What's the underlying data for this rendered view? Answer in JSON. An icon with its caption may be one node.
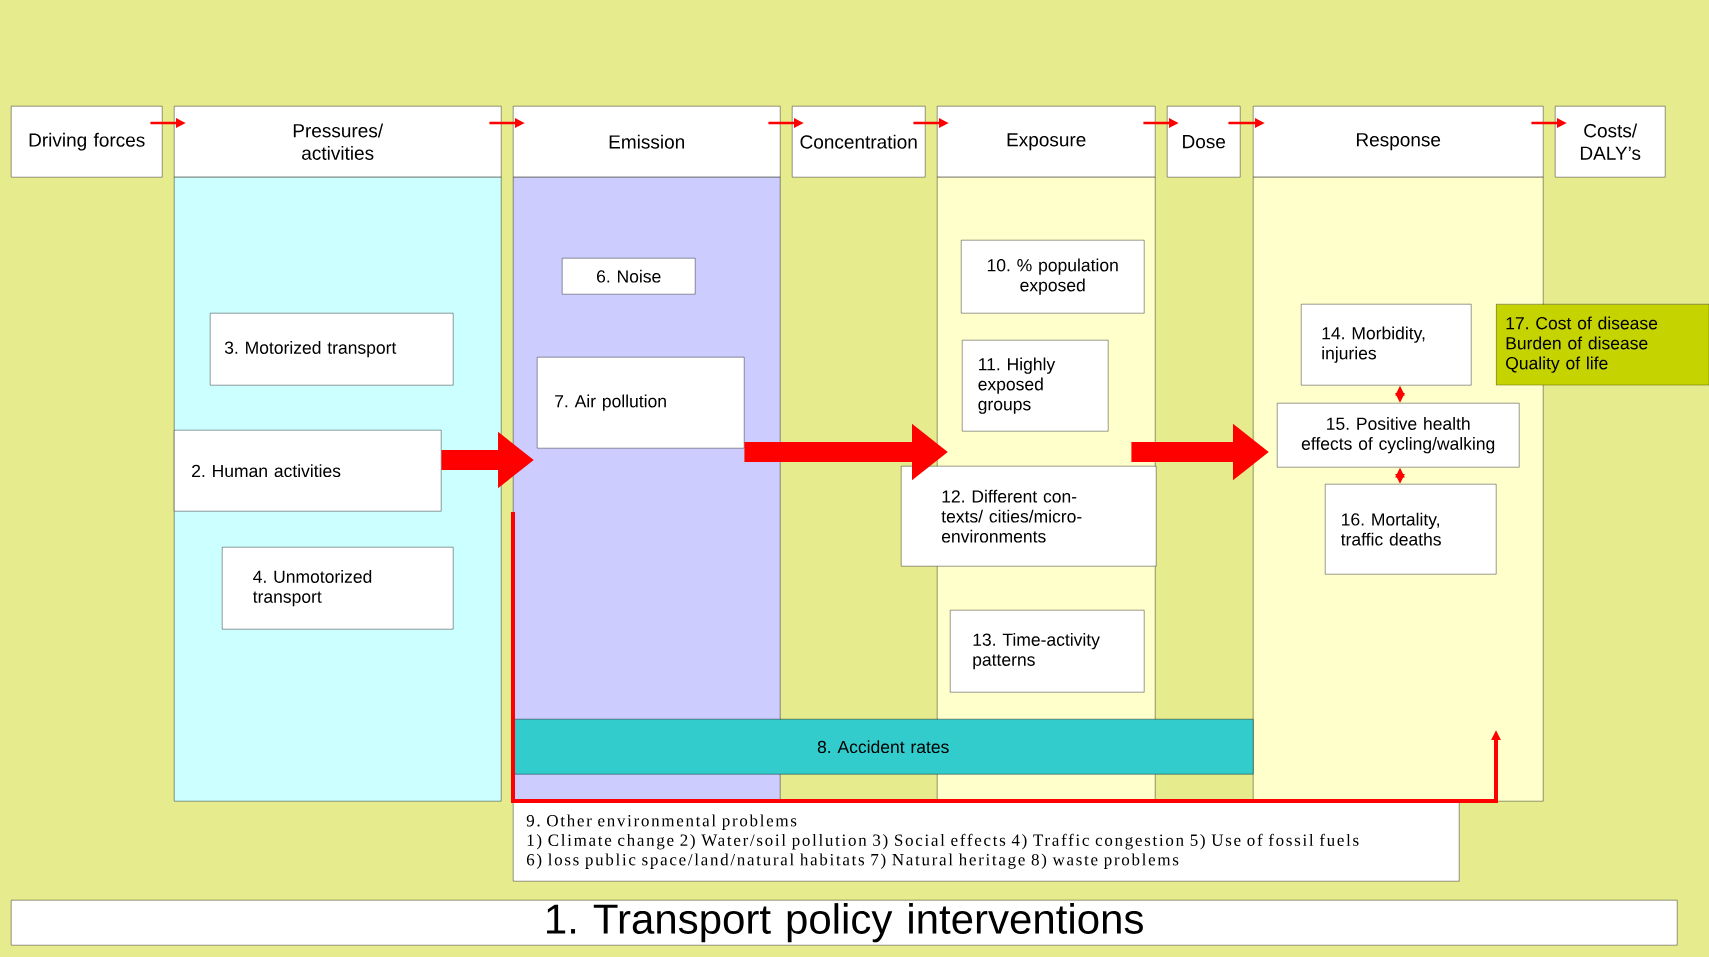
{
  "diagram": {
    "nodes": [
      {
        "text": [
          "Driving forces"
        ]
      },
      {
        "text": [
          "Pressures/ activities"
        ]
      },
      {
        "text": [
          "Emission"
        ]
      },
      {
        "text": [
          "Concentration"
        ]
      },
      {
        "text": [
          "Exposure"
        ]
      },
      {
        "text": [
          "Dose"
        ]
      },
      {
        "text": [
          "Response"
        ]
      },
      {
        "text": [
          "Costs/ DALY’s"
        ]
      },
      {
        "text": [],
        "shape": "box"
      },
      {
        "text": [
          "2. Human activities"
        ],
        "in": 8
      },
      {
        "text": [
          "3. Motorized transport"
        ],
        "in": 8
      },
      {
        "text": [
          "4. Unmotorized transport"
        ],
        "in": 8
      },
      {
        "text": [],
        "shape": "box"
      },
      {
        "text": [
          "6. Noise"
        ],
        "in": 12
      },
      {
        "text": [
          "7. Air pollution"
        ],
        "in": 12
      },
      {
        "text": [],
        "shape": "box"
      },
      {
        "text": [
          "10. % population exposed"
        ],
        "in": 15
      },
      {
        "text": [
          "11. Highly exposed groups"
        ],
        "in": 15
      },
      {
        "text": [
          "12. Different con-texts/ cities/micro-environments"
        ]
      },
      {
        "text": [
          "13. Time-activity patterns"
        ],
        "in": 15
      },
      {
        "text": [],
        "shape": "box"
      },
      {
        "text": [
          "14. Morbidity, injuries"
        ],
        "in": 20
      },
      {
        "text": [
          "15. Positive health effects of cycling/walking"
        ],
        "in": 20
      },
      {
        "text": [
          "16. Mortality, traffic deaths"
        ],
        "in": 20
      },
      {
        "text": [
          "17. Cost of disease",
          "Burden of disease",
          "Quality of life"
        ]
      },
      {
        "text": [
          "8. Accident rates"
        ]
      },
      {
        "text": [
          "9. Other environmental problems",
          "1) Climate change 2) Water/soil pollution 3) Social effects 4) Traffic congestion 5) Use of fossil fuels",
          "6) loss public space/land/natural habitats 7) Natural heritage 8) waste problems"
        ]
      },
      {
        "text": [
          "1. Transport policy interventions"
        ]
      }
    ],
    "edges": [
      {
        "from": 0,
        "to": 1,
        "arrow": "to"
      },
      {
        "from": 1,
        "to": 2,
        "arrow": "to"
      },
      {
        "from": 2,
        "to": 3,
        "arrow": "to"
      },
      {
        "from": 3,
        "to": 4,
        "arrow": "to"
      },
      {
        "from": 4,
        "to": 5,
        "arrow": "to"
      },
      {
        "from": 5,
        "to": 6,
        "arrow": "to"
      },
      {
        "from": 6,
        "to": 7,
        "arrow": "to"
      },
      {
        "from": 9,
        "to": 14,
        "arrow": "to",
        "style": "thick"
      },
      {
        "from": 14,
        "to": 18,
        "arrow": "to",
        "style": "thick"
      },
      {
        "from": 18,
        "to": 22,
        "arrow": "to",
        "style": "thick"
      },
      {
        "from": 12,
        "to": 20,
        "arrow": "to"
      },
      {
        "from": 21,
        "to": 22,
        "arrow": "both"
      },
      {
        "from": 22,
        "to": 23,
        "arrow": "both"
      }
    ]
  }
}
